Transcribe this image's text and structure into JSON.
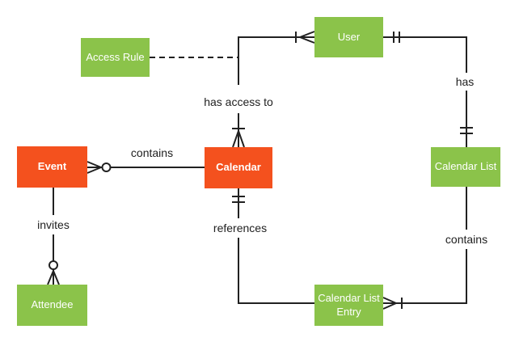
{
  "colors": {
    "entity_green": "#8bc34a",
    "entity_orange": "#f4511e",
    "entity_text": "#ffffff",
    "line": "#212121",
    "label_text": "#212121",
    "background": "#ffffff"
  },
  "entities": {
    "access_rule": {
      "label": "Access Rule",
      "color": "green"
    },
    "user": {
      "label": "User",
      "color": "green"
    },
    "event": {
      "label": "Event",
      "color": "orange"
    },
    "calendar": {
      "label": "Calendar",
      "color": "orange"
    },
    "calendar_list": {
      "label": "Calendar List",
      "color": "green"
    },
    "attendee": {
      "label": "Attendee",
      "color": "green"
    },
    "calendar_list_entry": {
      "label": "Calendar List Entry",
      "color": "green"
    }
  },
  "relationships": [
    {
      "a": "Calendar",
      "b": "User",
      "label": "has access to",
      "a_marker": "one-or-many",
      "b_marker": "one-or-many",
      "style": "solid"
    },
    {
      "a": "Event",
      "b": "Calendar",
      "label": "contains",
      "a_marker": "zero-or-many",
      "b_marker": "none",
      "style": "solid"
    },
    {
      "a": "User",
      "b": "Calendar List",
      "label": "has",
      "a_marker": "one-and-only-one",
      "b_marker": "one-and-only-one",
      "style": "solid"
    },
    {
      "a": "Event",
      "b": "Attendee",
      "label": "invites",
      "a_marker": "none",
      "b_marker": "zero-or-many",
      "style": "solid"
    },
    {
      "a": "Calendar",
      "b": "Calendar List Entry",
      "label": "references",
      "a_marker": "one-and-only-one",
      "b_marker": "none",
      "style": "solid"
    },
    {
      "a": "Calendar List",
      "b": "Calendar List Entry",
      "label": "contains",
      "a_marker": "none",
      "b_marker": "one-or-many",
      "style": "solid"
    },
    {
      "a": "Access Rule",
      "b": "Calendar-User connector",
      "label": "",
      "a_marker": "none",
      "b_marker": "none",
      "style": "dashed"
    }
  ]
}
